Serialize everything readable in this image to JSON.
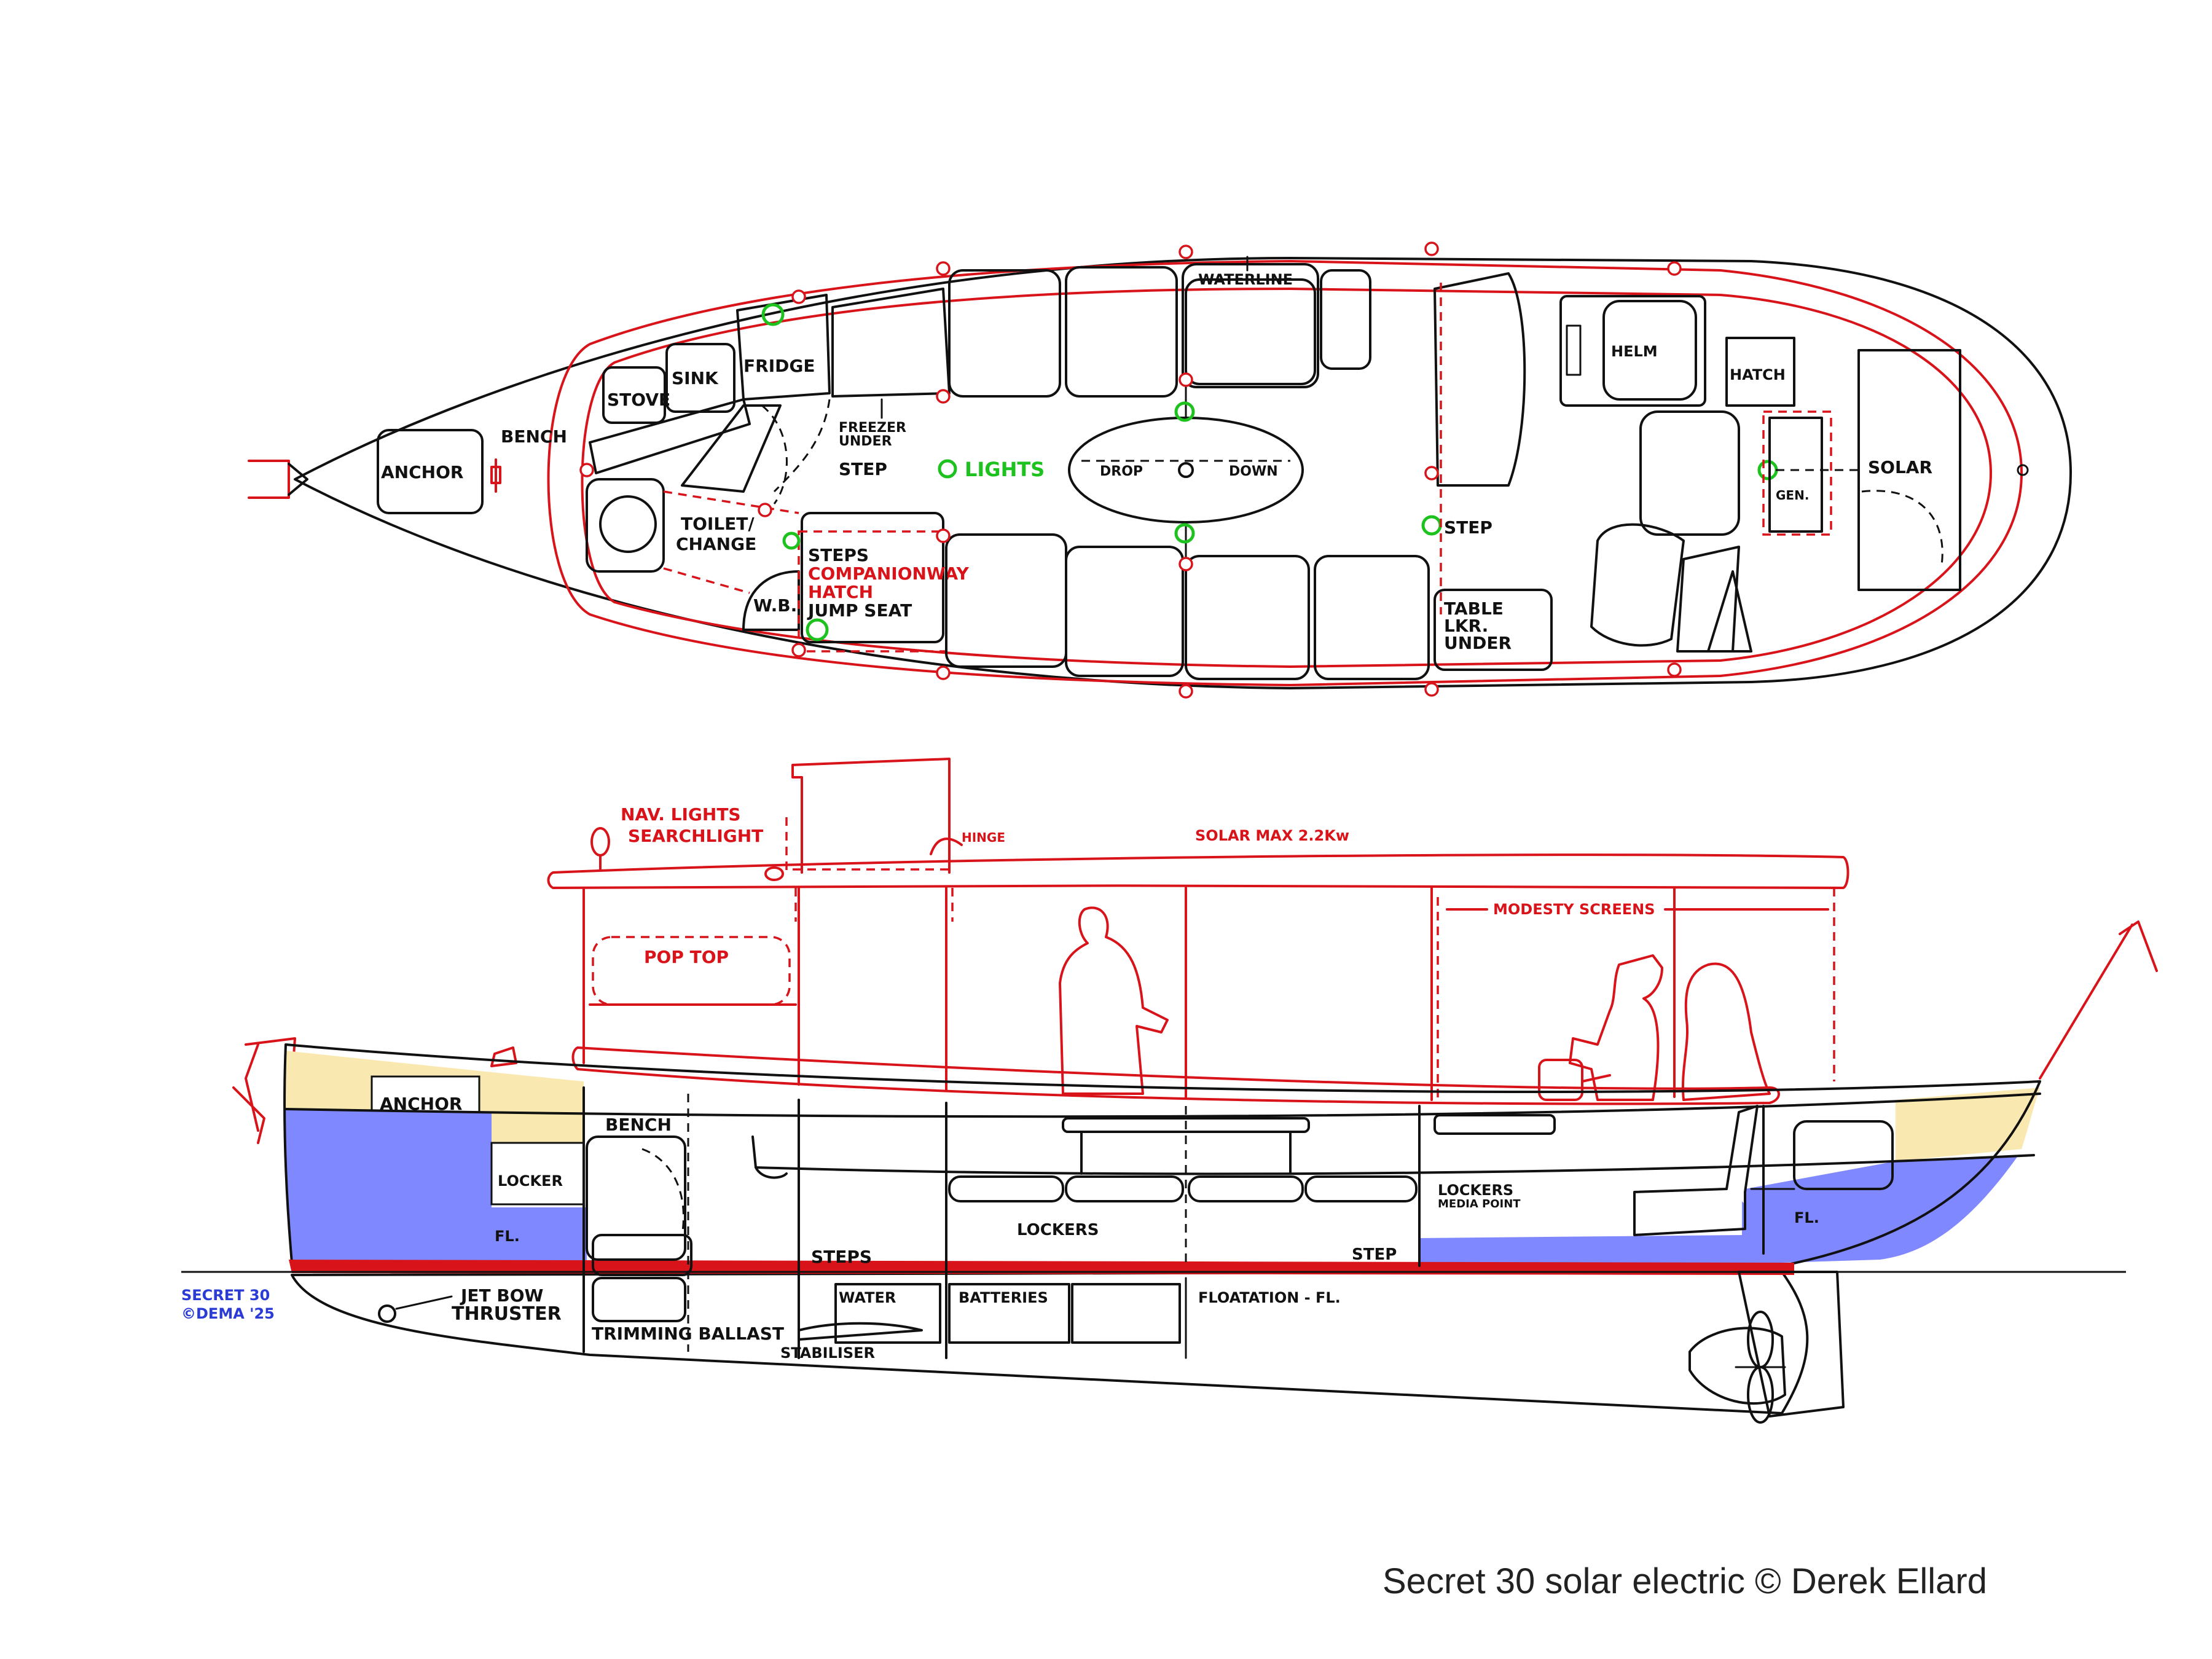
{
  "colors": {
    "ink": "#111111",
    "red": "#d8141a",
    "green": "#1ec21e",
    "blue_fill": "#8088ff",
    "yellow_fill": "#f9e9b0",
    "signature_blue": "#2b3bd6"
  },
  "plan_view": {
    "anchor": "ANCHOR",
    "bench": "BENCH",
    "stove": "STOVE",
    "sink": "SINK",
    "fridge": "FRIDGE",
    "freezer_line1": "FREEZER",
    "freezer_line2": "UNDER",
    "step_fwd": "STEP",
    "lights": "LIGHTS",
    "waterline": "WATERLINE",
    "drop": "DROP",
    "down": "DOWN",
    "toilet_line1": "TOILET/",
    "toilet_line2": "CHANGE",
    "steps": "STEPS",
    "companionway_line1": "COMPANIONWAY",
    "companionway_line2": "HATCH",
    "jump_seat": "JUMP SEAT",
    "wb": "W.B.",
    "step_aft": "STEP",
    "table_line1": "TABLE",
    "table_line2": "LKR.",
    "table_line3": "UNDER",
    "helm": "HELM",
    "hatch": "HATCH",
    "gen": "GEN.",
    "solar": "SOLAR"
  },
  "profile_view": {
    "nav_lights": "NAV. LIGHTS",
    "searchlight": "SEARCHLIGHT",
    "hinge": "HINGE",
    "solar_max": "SOLAR MAX 2.2Kw",
    "modesty_screens": "MODESTY SCREENS",
    "pop_top": "POP   TOP",
    "anchor": "ANCHOR",
    "bench": "BENCH",
    "locker": "LOCKER",
    "fl_fwd": "FL.",
    "lockers": "LOCKERS",
    "lockers_media_line1": "LOCKERS",
    "lockers_media_line2": "MEDIA POINT",
    "steps": "STEPS",
    "step": "STEP",
    "fl_aft": "FL.",
    "jet_line1": "JET BOW",
    "jet_line2": "THRUSTER",
    "trimming_ballast": "TRIMMING BALLAST",
    "stabiliser": "STABILISER",
    "water": "WATER",
    "batteries": "BATTERIES",
    "floatation": "FLOATATION - FL.",
    "signature_line1": "SECRET 30",
    "signature_line2": "©DEMA '25"
  },
  "caption": "Secret 30 solar electric  © Derek Ellard"
}
